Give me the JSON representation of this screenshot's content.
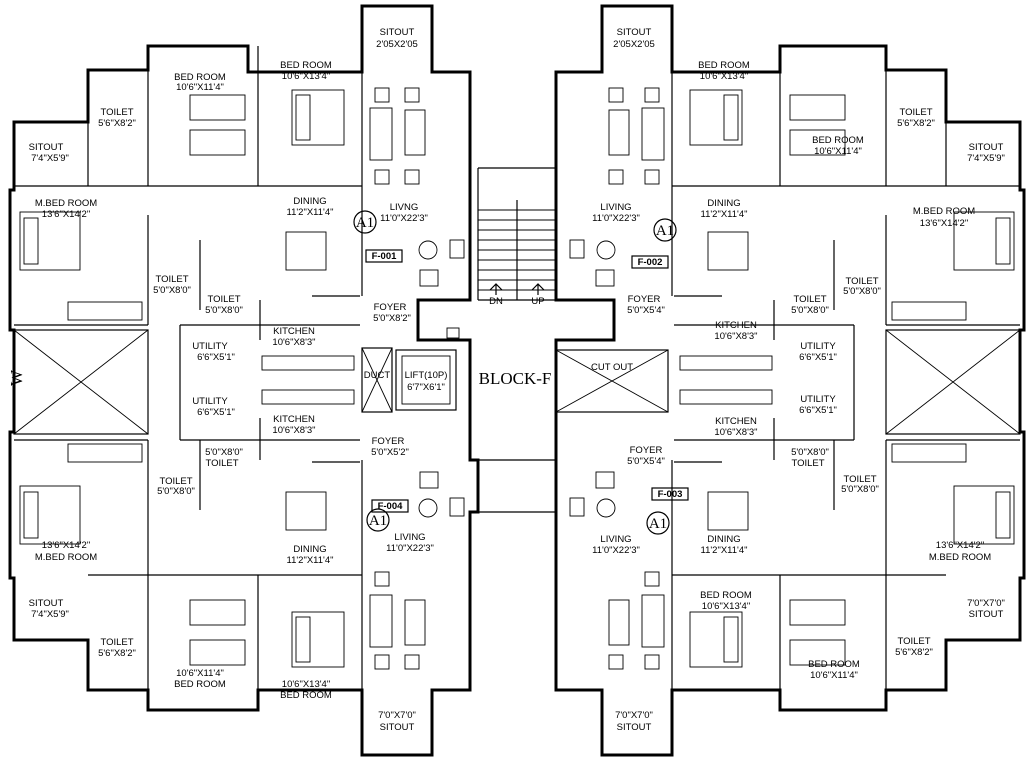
{
  "block_title": "BLOCK-F",
  "north": "W",
  "lift": {
    "name": "LIFT(10P)",
    "size": "6'7\"X6'1\""
  },
  "duct": "DUCT",
  "cut_out": "CUT OUT",
  "stairs": {
    "down": "DN",
    "up": "UP"
  },
  "flats": [
    {
      "tag": "F-001",
      "type": "A1"
    },
    {
      "tag": "F-002",
      "type": "A1"
    },
    {
      "tag": "F-003",
      "type": "A1"
    },
    {
      "tag": "F-004",
      "type": "A1"
    }
  ],
  "rooms": {
    "sitout_top": {
      "name": "SITOUT",
      "size": "2'05X2'05"
    },
    "sitout_bottom": {
      "name": "SITOUT",
      "size": "7'0\"X7'0\""
    },
    "sitout_side": {
      "name": "SITOUT",
      "size": "7'4\"X5'9\""
    },
    "sitout_side_br": {
      "name": "SITOUT",
      "size": "7'0\"X7'0\""
    },
    "bed_room_small": {
      "name": "BED ROOM",
      "size": "10'6\"X11'4\""
    },
    "bed_room_large": {
      "name": "BED ROOM",
      "size": "10'6\"X13'4\""
    },
    "m_bed_room": {
      "name": "M.BED ROOM",
      "size": "13'6\"X14'2\""
    },
    "toilet_a": {
      "name": "TOILET",
      "size": "5'6\"X8'2\""
    },
    "toilet_b": {
      "name": "TOILET",
      "size": "5'0\"X8'0\""
    },
    "dining": {
      "name": "DINING",
      "size": "11'2\"X11'4\""
    },
    "living": {
      "name": "LIVING",
      "size": "11'0\"X22'3\""
    },
    "living_tl": {
      "name": "LIVNG",
      "size": "11'0\"X22'3\""
    },
    "kitchen": {
      "name": "KITCHEN",
      "size": "10'6\"X8'3\""
    },
    "utility": {
      "name": "UTILITY",
      "size": "6'6\"X5'1\""
    },
    "foyer_a": {
      "name": "FOYER",
      "size": "5'0\"X8'2\""
    },
    "foyer_b": {
      "name": "FOYER",
      "size": "5'0\"X5'2\""
    },
    "foyer_c": {
      "name": "FOYER",
      "size": "5'0\"X5'4\""
    }
  }
}
